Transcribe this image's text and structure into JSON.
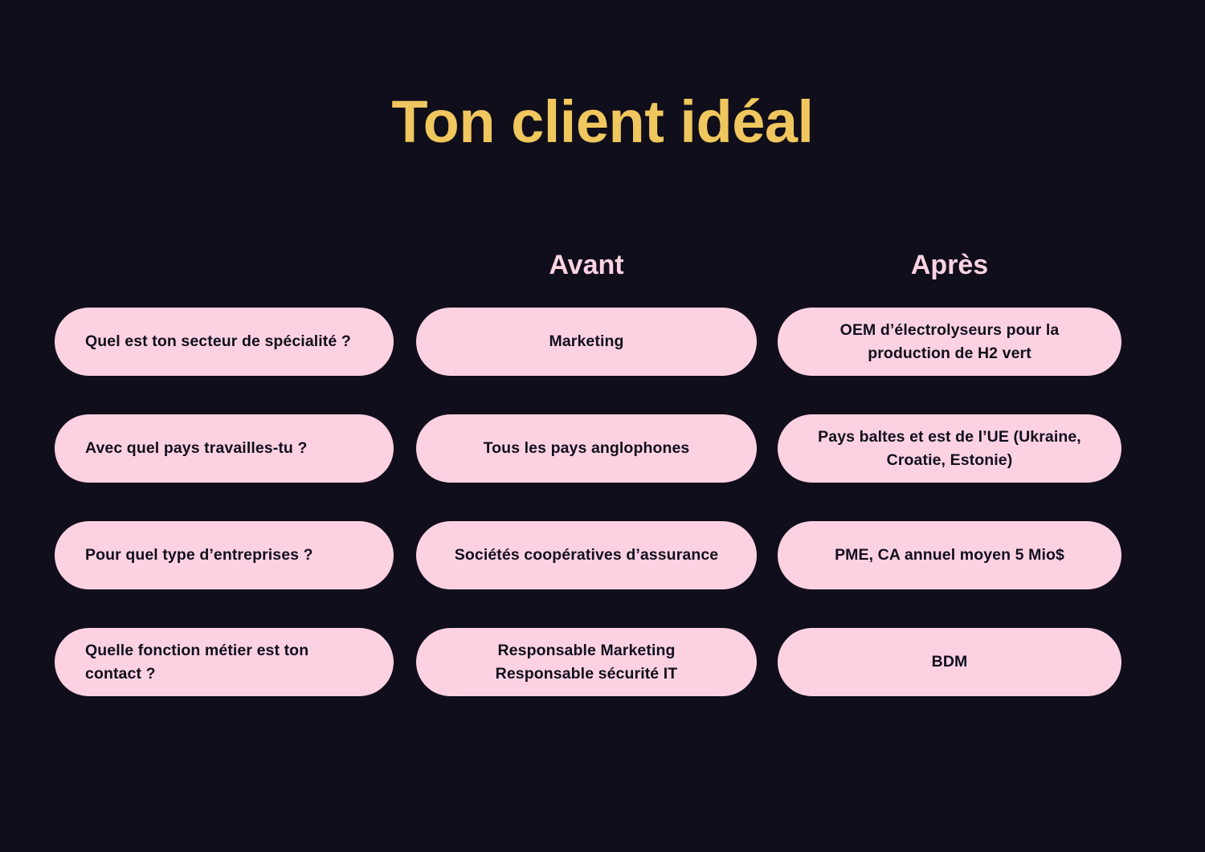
{
  "slide": {
    "title": "Ton client idéal",
    "background_color": "#110e1b",
    "title_color": "#f0c75e",
    "pill_color": "#fcd2e2",
    "pill_text_color": "#120f1d",
    "header_color": "#fbd3e2"
  },
  "columns": {
    "question_header": "",
    "before_header": "Avant",
    "after_header": "Après"
  },
  "rows": [
    {
      "question": "Quel est ton secteur de spécialité ?",
      "before": "Marketing",
      "after": "OEM d’électrolyseurs pour la production de H2 vert"
    },
    {
      "question": "Avec quel pays travailles-tu ?",
      "before": "Tous les pays anglophones",
      "after": "Pays baltes et est de l’UE (Ukraine, Croatie, Estonie)"
    },
    {
      "question": "Pour quel type d’entreprises ?",
      "before": "Sociétés coopératives d’assurance",
      "after": "PME, CA annuel moyen 5 Mio$"
    },
    {
      "question": "Quelle fonction métier est ton contact ?",
      "before": "Responsable Marketing\nResponsable sécurité IT",
      "after": "BDM"
    }
  ]
}
